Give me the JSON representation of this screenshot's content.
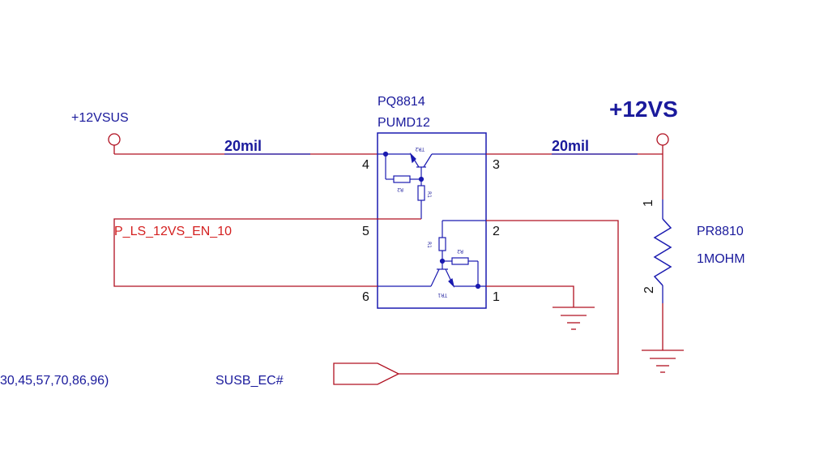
{
  "colors": {
    "wire": "#b01020",
    "component": "#1a1ab0",
    "text_blue": "#1a1a9c",
    "text_red": "#d42020"
  },
  "labels": {
    "power_in": "+12VSUS",
    "power_out": "+12VS",
    "trace_width_left": "20mil",
    "trace_width_right": "20mil",
    "ic_ref": "PQ8814",
    "ic_part": "PUMD12",
    "enable_net": "P_LS_12VS_EN_10",
    "offsheet_refs": "30,45,57,70,86,96)",
    "signal_net": "SUSB_EC#",
    "resistor_ref": "PR8810",
    "resistor_value": "1MOHM"
  },
  "pins": {
    "p4": "4",
    "p3": "3",
    "p5": "5",
    "p2": "2",
    "p6": "6",
    "p1": "1",
    "r_pin1": "1",
    "r_pin2": "2"
  },
  "internal": {
    "tr2": "TR2",
    "r2_top": "R2",
    "r1_top": "R1",
    "r1_bot": "R1",
    "r2_bot": "R2",
    "tr1": "TR1"
  }
}
